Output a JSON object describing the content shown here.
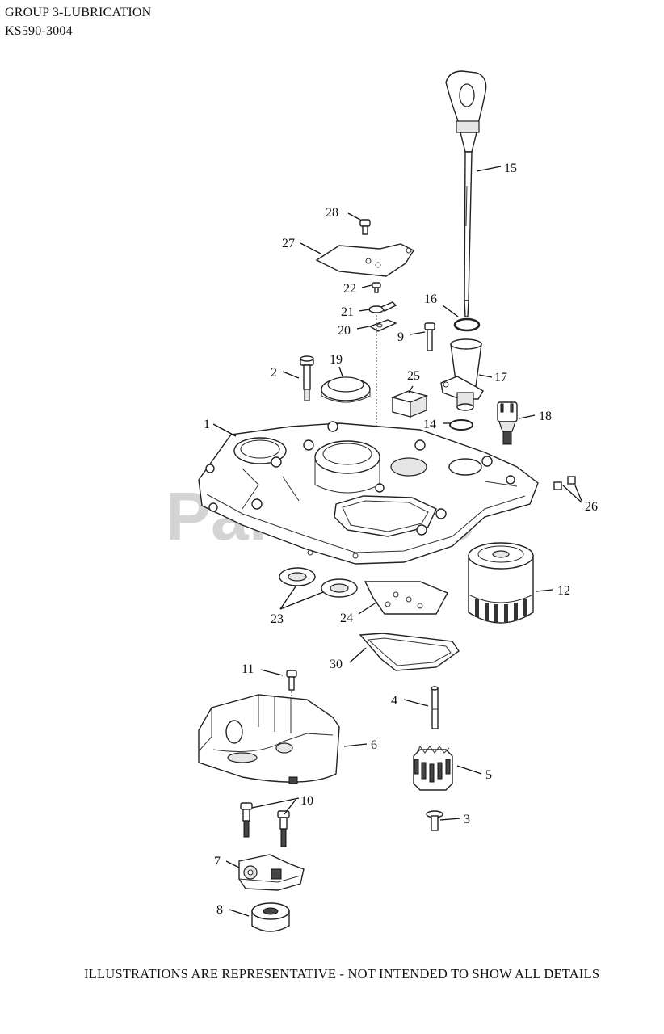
{
  "header": {
    "line1": "GROUP 3-LUBRICATION",
    "line2": "KS590-3004"
  },
  "footer": "ILLUSTRATIONS ARE REPRESENTATIVE - NOT INTENDED TO SHOW ALL DETAILS",
  "watermark": "PartsTree",
  "callouts": {
    "c1": "1",
    "c2": "2",
    "c3": "3",
    "c4": "4",
    "c5": "5",
    "c6": "6",
    "c7": "7",
    "c8": "8",
    "c9": "9",
    "c10": "10",
    "c11": "11",
    "c12": "12",
    "c14": "14",
    "c15": "15",
    "c16": "16",
    "c17": "17",
    "c18": "18",
    "c19": "19",
    "c20": "20",
    "c21": "21",
    "c22": "22",
    "c23": "23",
    "c24": "24",
    "c25": "25",
    "c26": "26",
    "c27": "27",
    "c28": "28",
    "c30": "30"
  }
}
